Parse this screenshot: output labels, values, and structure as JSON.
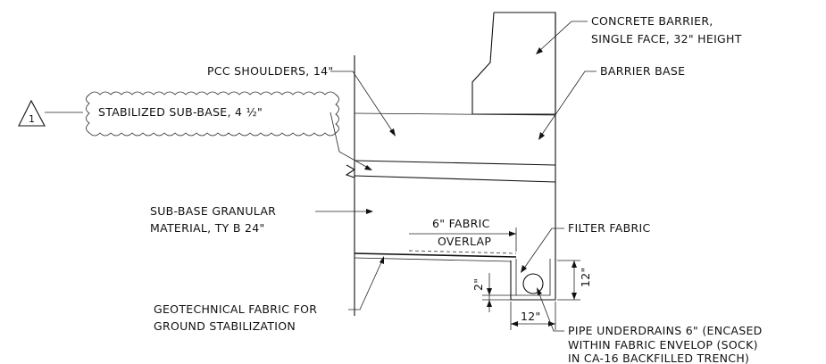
{
  "labels": {
    "concrete_barrier_l1": "CONCRETE BARRIER,",
    "concrete_barrier_l2": "SINGLE FACE, 32\" HEIGHT",
    "barrier_base": "BARRIER BASE",
    "pcc_shoulders": "PCC SHOULDERS, 14\"",
    "stabilized_subbase": "STABILIZED SUB-BASE, 4 ½\"",
    "revision_marker": "1",
    "subbase_granular_l1": "SUB-BASE GRANULAR",
    "subbase_granular_l2": "MATERIAL, TY B 24\"",
    "fabric_overlap_l1": "6\" FABRIC",
    "fabric_overlap_l2": "OVERLAP",
    "filter_fabric": "FILTER FABRIC",
    "geotech_l1": "GEOTECHNICAL FABRIC FOR",
    "geotech_l2": "GROUND STABILIZATION",
    "pipe_l1": "PIPE UNDERDRAINS 6\" (ENCASED",
    "pipe_l2": "WITHIN FABRIC ENVELOP (SOCK)",
    "pipe_l3": "IN CA-16 BACKFILLED TRENCH)",
    "dim_2": "2\"",
    "dim_12_vertical": "12\"",
    "dim_12_horizontal": "12\""
  }
}
